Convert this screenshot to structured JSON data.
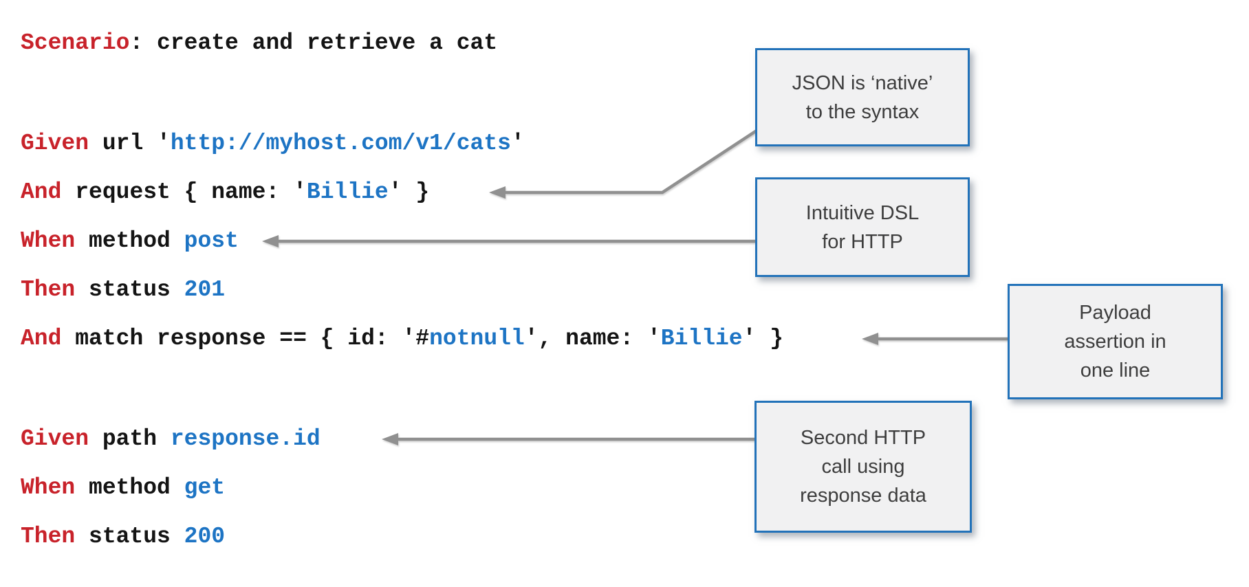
{
  "code": {
    "lines": [
      {
        "tokens": [
          {
            "type": "keyword",
            "text": "Scenario"
          },
          {
            "type": "plain",
            "text": ": create and retrieve a cat"
          }
        ],
        "blank_after": true
      },
      {
        "tokens": [
          {
            "type": "keyword",
            "text": "Given"
          },
          {
            "type": "plain",
            "text": " url '"
          },
          {
            "type": "value",
            "text": "http://myhost.com/v1/cats"
          },
          {
            "type": "plain",
            "text": "'"
          }
        ],
        "blank_after": false
      },
      {
        "tokens": [
          {
            "type": "keyword",
            "text": "And"
          },
          {
            "type": "plain",
            "text": " request { name: '"
          },
          {
            "type": "value",
            "text": "Billie"
          },
          {
            "type": "plain",
            "text": "' }"
          }
        ],
        "blank_after": false
      },
      {
        "tokens": [
          {
            "type": "keyword",
            "text": "When"
          },
          {
            "type": "plain",
            "text": " method "
          },
          {
            "type": "value",
            "text": "post"
          }
        ],
        "blank_after": false
      },
      {
        "tokens": [
          {
            "type": "keyword",
            "text": "Then"
          },
          {
            "type": "plain",
            "text": " status "
          },
          {
            "type": "value",
            "text": "201"
          }
        ],
        "blank_after": false
      },
      {
        "tokens": [
          {
            "type": "keyword",
            "text": "And"
          },
          {
            "type": "plain",
            "text": " match response == { id: '#"
          },
          {
            "type": "value",
            "text": "notnull"
          },
          {
            "type": "plain",
            "text": "', name: '"
          },
          {
            "type": "value",
            "text": "Billie"
          },
          {
            "type": "plain",
            "text": "' }"
          }
        ],
        "blank_after": true
      },
      {
        "tokens": [
          {
            "type": "keyword",
            "text": "Given"
          },
          {
            "type": "plain",
            "text": " path "
          },
          {
            "type": "value",
            "text": "response.id"
          }
        ],
        "blank_after": false
      },
      {
        "tokens": [
          {
            "type": "keyword",
            "text": "When"
          },
          {
            "type": "plain",
            "text": " method "
          },
          {
            "type": "value",
            "text": "get"
          }
        ],
        "blank_after": false
      },
      {
        "tokens": [
          {
            "type": "keyword",
            "text": "Then"
          },
          {
            "type": "plain",
            "text": " status "
          },
          {
            "type": "value",
            "text": "200"
          }
        ],
        "blank_after": false
      }
    ]
  },
  "callouts": [
    {
      "id": "json-native",
      "lines": [
        "JSON is ‘native’",
        "to the syntax"
      ]
    },
    {
      "id": "intuitive-dsl",
      "lines": [
        "Intuitive DSL",
        "for HTTP"
      ]
    },
    {
      "id": "payload-assertion",
      "lines": [
        "Payload",
        "assertion in",
        "one line"
      ]
    },
    {
      "id": "second-call",
      "lines": [
        "Second HTTP",
        "call using",
        "response data"
      ]
    }
  ],
  "colors": {
    "keyword": "#c8222a",
    "value": "#1d74c4",
    "plain": "#141414",
    "callout_border": "#2272b9",
    "callout_fill": "#f1f1f2",
    "callout_text": "#3d3d3d",
    "arrow": "#909090"
  }
}
